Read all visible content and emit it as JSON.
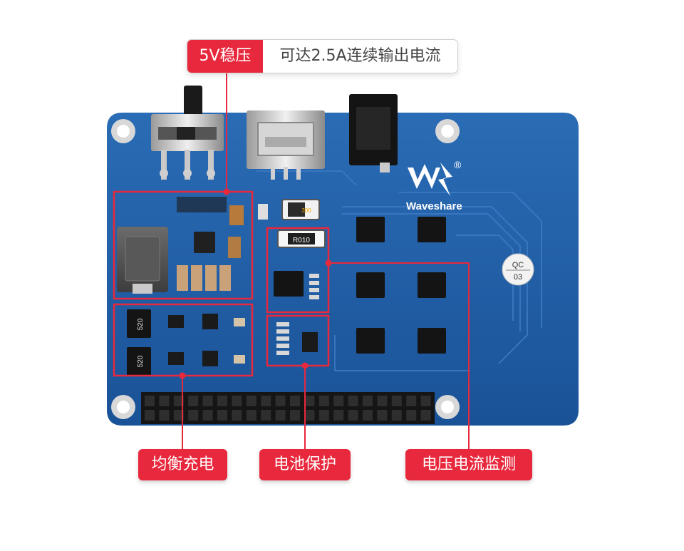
{
  "callouts": {
    "top_label": "5V稳压",
    "top_description": "可达2.5A连续输出电流",
    "balance_charging": "均衡充电",
    "battery_protection": "电池保护",
    "voltage_current_monitor": "电压电流监测"
  },
  "board": {
    "brand": "Waveshare",
    "registered_mark": "®",
    "qc_stamp_top": "QC",
    "qc_stamp_bottom": "03",
    "resistor_r010": "R010",
    "resistor_520_a": "520",
    "resistor_520_b": "520",
    "part_300": "300"
  },
  "colors": {
    "pcb_blue": "#1f5fa8",
    "callout_red": "#e8283c",
    "header_black": "#151515"
  }
}
